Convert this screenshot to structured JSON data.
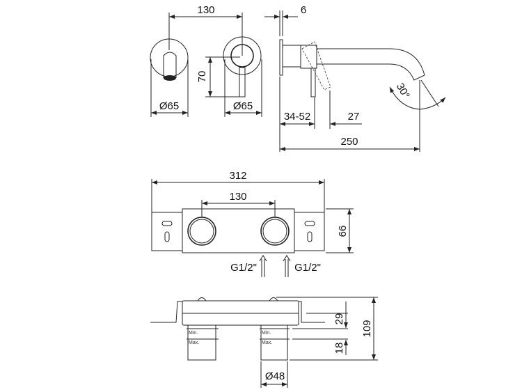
{
  "top_views": {
    "dim_centers": "130",
    "dim_diameter_left": "Ø65",
    "dim_diameter_right": "Ø65",
    "dim_handle_height": "70"
  },
  "side_view": {
    "dim_plate": "6",
    "dim_wall_range": "34-52",
    "dim_handle_offset": "27",
    "dim_spout_length": "250",
    "dim_angle": "30°"
  },
  "plate_view": {
    "dim_total_width": "312",
    "dim_centers": "130",
    "dim_height": "66",
    "inlet_left": "G1/2\"",
    "inlet_right": "G1/2\""
  },
  "box_side_view": {
    "label_min": "Min.",
    "label_max": "Max.",
    "dim_upper": "29",
    "dim_lower": "18",
    "dim_total": "109",
    "dim_diameter": "Ø48"
  }
}
